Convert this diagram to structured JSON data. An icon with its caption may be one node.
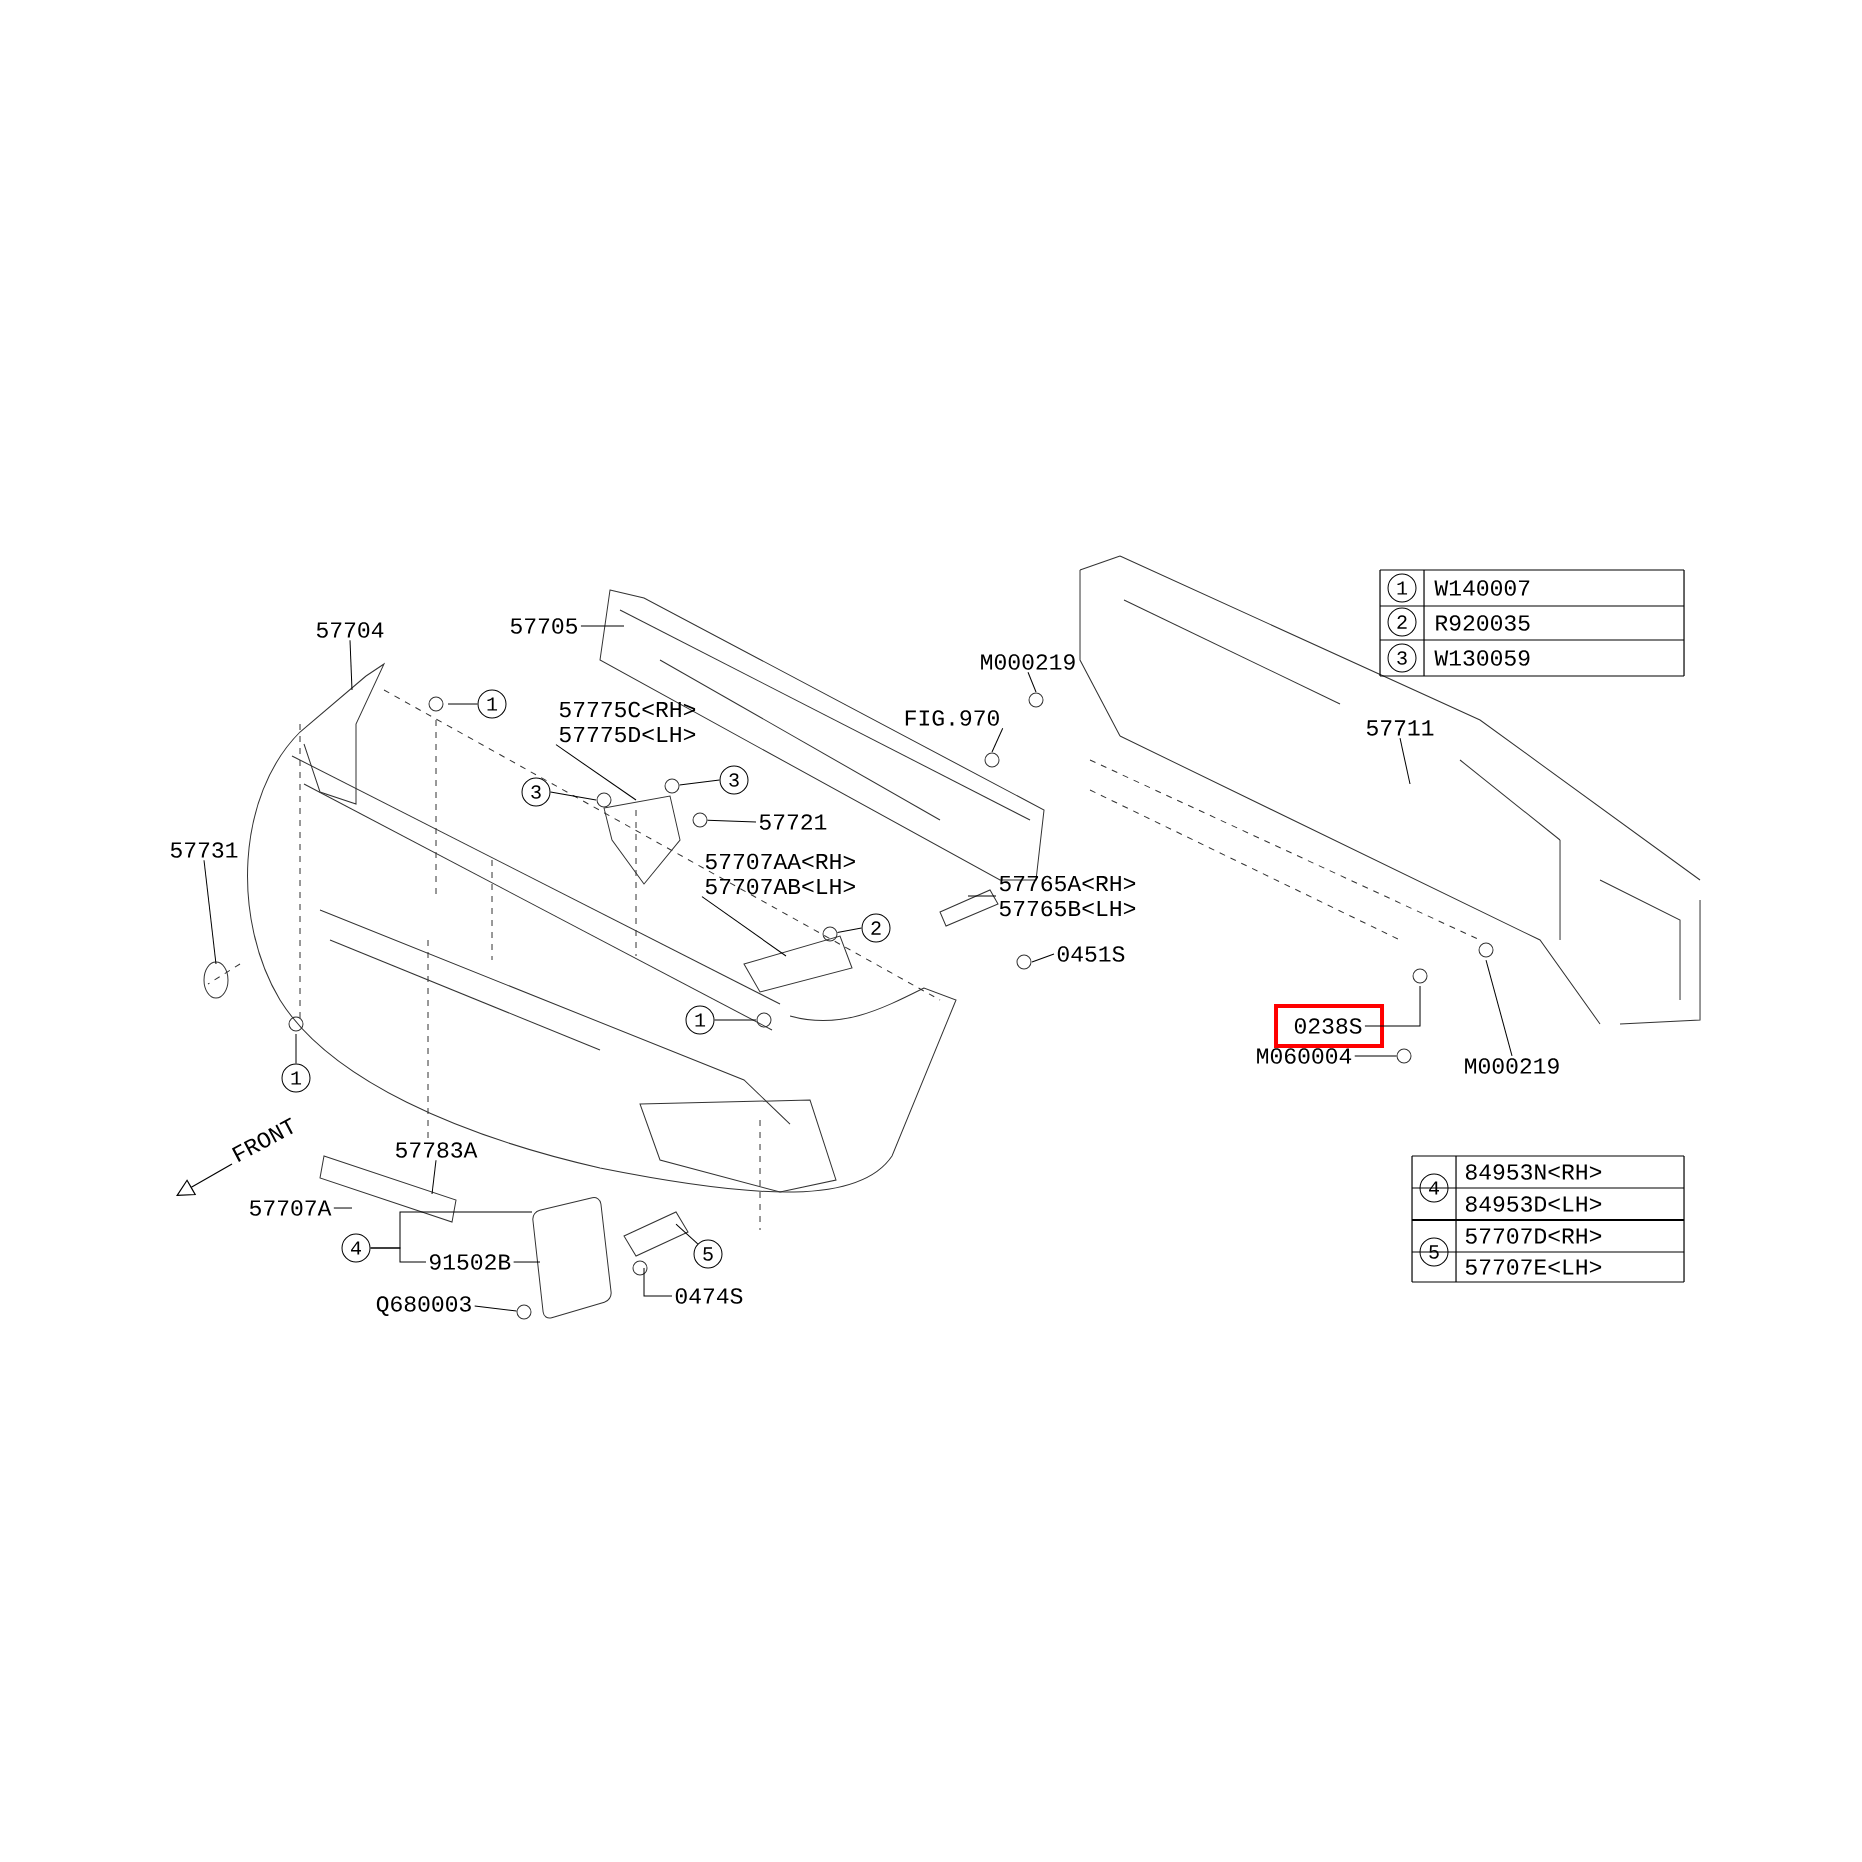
{
  "diagram": {
    "nodes": [
      {
        "text": [
          "57704"
        ]
      },
      {
        "text": [
          "57705"
        ]
      },
      {
        "text": [
          "1"
        ]
      },
      {
        "text": [
          "M000219"
        ]
      },
      {
        "text": [
          "FIG.970"
        ]
      },
      {
        "text": [
          "57775C<RH> 57775D<LH>"
        ]
      },
      {
        "text": [
          "57711"
        ]
      },
      {
        "text": [
          "3"
        ]
      },
      {
        "text": [
          "3"
        ]
      },
      {
        "text": [
          "57721"
        ]
      },
      {
        "text": [
          "57731"
        ]
      },
      {
        "text": [
          "57707AA<RH> 57707AB<LH>"
        ]
      },
      {
        "text": [
          "57765A<RH> 57765B<LH>"
        ]
      },
      {
        "text": [
          "2"
        ]
      },
      {
        "text": [
          "0451S"
        ]
      },
      {
        "text": [
          "1"
        ]
      },
      {
        "text": [
          "0238S"
        ]
      },
      {
        "text": [
          "M060004"
        ]
      },
      {
        "text": [
          "M000219"
        ]
      },
      {
        "text": [
          "1"
        ]
      },
      {
        "text": [
          "57783A"
        ]
      },
      {
        "text": [
          "57707A"
        ]
      },
      {
        "text": [
          "4"
        ]
      },
      {
        "text": [
          "5"
        ]
      },
      {
        "text": [
          "91502B"
        ]
      },
      {
        "text": [
          "Q680003"
        ]
      },
      {
        "text": [
          "0474S"
        ]
      },
      {
        "text": [
          "1"
        ]
      },
      {
        "text": [
          "2"
        ]
      },
      {
        "text": [
          "3"
        ]
      },
      {
        "text": [
          "4"
        ]
      },
      {
        "text": [
          "5"
        ]
      },
      {
        "text": [],
        "shape": "circle"
      },
      {
        "text": [],
        "shape": "circle"
      },
      {
        "text": [],
        "shape": "circle"
      },
      {
        "text": [],
        "shape": "circle"
      },
      {
        "text": [],
        "shape": "circle"
      }
    ],
    "edges": [
      {
        "from": 0,
        "to": null,
        "arrow": "none"
      },
      {
        "from": 1,
        "to": null,
        "arrow": "none"
      },
      {
        "from": 2,
        "to": null,
        "arrow": "none"
      },
      {
        "from": 3,
        "to": null,
        "arrow": "none"
      },
      {
        "from": 4,
        "to": null,
        "arrow": "none"
      },
      {
        "from": 5,
        "to": null,
        "arrow": "none"
      },
      {
        "from": 6,
        "to": null,
        "arrow": "none"
      },
      {
        "from": 7,
        "to": null,
        "arrow": "none"
      },
      {
        "from": 8,
        "to": 32,
        "arrow": "none"
      },
      {
        "from": 9,
        "to": 33,
        "arrow": "none"
      },
      {
        "from": 10,
        "to": null,
        "arrow": "none"
      },
      {
        "from": 11,
        "to": null,
        "arrow": "none"
      },
      {
        "from": 12,
        "to": null,
        "arrow": "none"
      },
      {
        "from": 13,
        "to": 34,
        "arrow": "none"
      },
      {
        "from": 14,
        "to": null,
        "arrow": "none"
      },
      {
        "from": 15,
        "to": null,
        "arrow": "none"
      },
      {
        "from": 16,
        "to": null,
        "arrow": "none"
      },
      {
        "from": 17,
        "to": 35,
        "arrow": "none"
      },
      {
        "from": 18,
        "to": null,
        "arrow": "none"
      },
      {
        "from": 19,
        "to": null,
        "arrow": "none"
      },
      {
        "from": 20,
        "to": null,
        "arrow": "none"
      },
      {
        "from": 21,
        "to": null,
        "arrow": "none"
      },
      {
        "from": 22,
        "to": null,
        "arrow": "none"
      },
      {
        "from": 22,
        "to": 24,
        "arrow": "none"
      },
      {
        "from": 24,
        "to": null,
        "arrow": "none"
      },
      {
        "from": 25,
        "to": 36,
        "arrow": "none"
      },
      {
        "from": 26,
        "to": null,
        "arrow": "none"
      },
      {
        "from": 23,
        "to": null,
        "arrow": "none"
      }
    ],
    "labels": [
      "W140007",
      "R920035",
      "W130059",
      "FRONT",
      "84953N<RH>",
      "84953D<LH>",
      "57707D<RH>",
      "57707E<LH>"
    ]
  }
}
